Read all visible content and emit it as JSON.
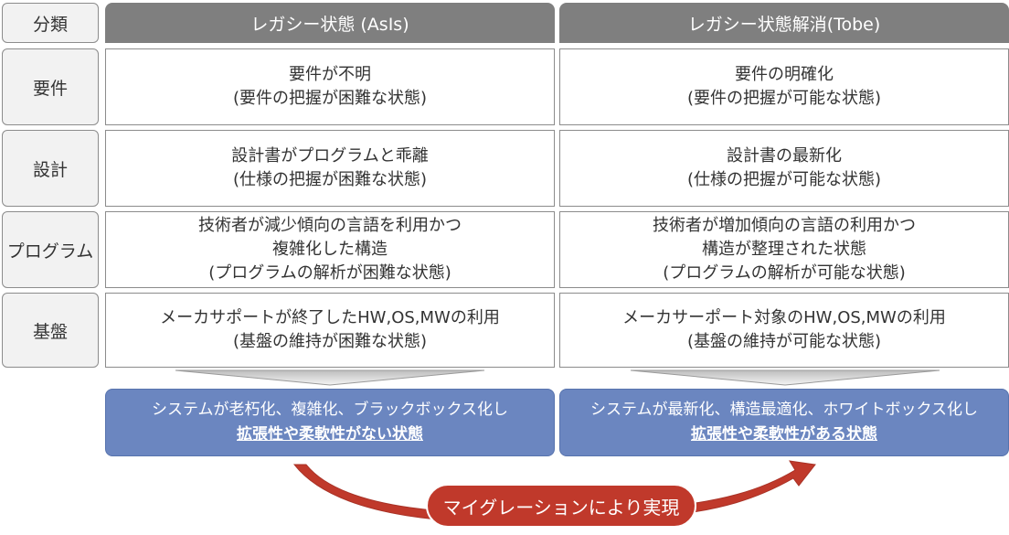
{
  "header": {
    "category": "分類",
    "asis": "レガシー状態 (AsIs)",
    "tobe": "レガシー状態解消(Tobe)"
  },
  "rows": [
    {
      "label": "要件",
      "asis": [
        "要件が不明",
        "(要件の把握が困難な状態)"
      ],
      "tobe": [
        "要件の明確化",
        "(要件の把握が可能な状態)"
      ]
    },
    {
      "label": "設計",
      "asis": [
        "設計書がプログラムと乖離",
        "(仕様の把握が困難な状態)"
      ],
      "tobe": [
        "設計書の最新化",
        "(仕様の把握が可能な状態)"
      ]
    },
    {
      "label": "プログラム",
      "asis": [
        "技術者が減少傾向の言語を利用かつ",
        "複雑化した構造",
        "(プログラムの解析が困難な状態)"
      ],
      "tobe": [
        "技術者が増加傾向の言語の利用かつ",
        "構造が整理された状態",
        "(プログラムの解析が可能な状態)"
      ]
    },
    {
      "label": "基盤",
      "asis": [
        "メーカサポートが終了したHW,OS,MWの利用",
        "(基盤の維持が困難な状態)"
      ],
      "tobe": [
        "メーカサーポート対象のHW,OS,MWの利用",
        "(基盤の維持が可能な状態)"
      ]
    }
  ],
  "summary": {
    "asis": {
      "line1": "システムが老朽化、複雑化、ブラックボックス化し",
      "line2": "拡張性や柔軟性がない状態"
    },
    "tobe": {
      "line1": "システムが最新化、構造最適化、ホワイトボックス化し",
      "line2": "拡張性や柔軟性がある状態"
    }
  },
  "migration": {
    "label": "マイグレーションにより実現"
  },
  "colors": {
    "header_bg": "#7f7f7f",
    "label_bg": "#f2f2f2",
    "summary_bg": "#6b86c0",
    "arrow_red": "#c0392b"
  }
}
